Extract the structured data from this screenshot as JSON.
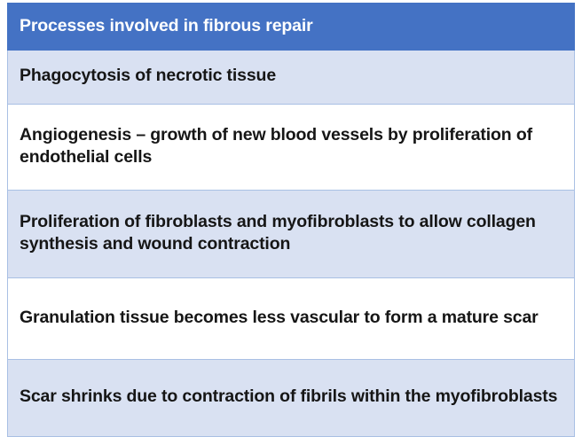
{
  "table": {
    "title": "Processes involved in fibrous repair",
    "header_background": "#4472c4",
    "header_text_color": "#ffffff",
    "shaded_row_background": "#d9e1f2",
    "plain_row_background": "#ffffff",
    "border_color": "#a9c0e4",
    "rows": [
      {
        "text": "Phagocytosis of necrotic tissue",
        "shaded": true
      },
      {
        "text": "Angiogenesis – growth of new blood vessels by proliferation of endothelial cells",
        "shaded": false
      },
      {
        "text": "Proliferation of fibroblasts and myofibroblasts to allow collagen synthesis and wound contraction",
        "shaded": true
      },
      {
        "text": "Granulation tissue becomes less vascular to form a mature scar",
        "shaded": false
      },
      {
        "text": "Scar shrinks due to contraction of fibrils within the myofibroblasts",
        "shaded": true
      }
    ]
  }
}
